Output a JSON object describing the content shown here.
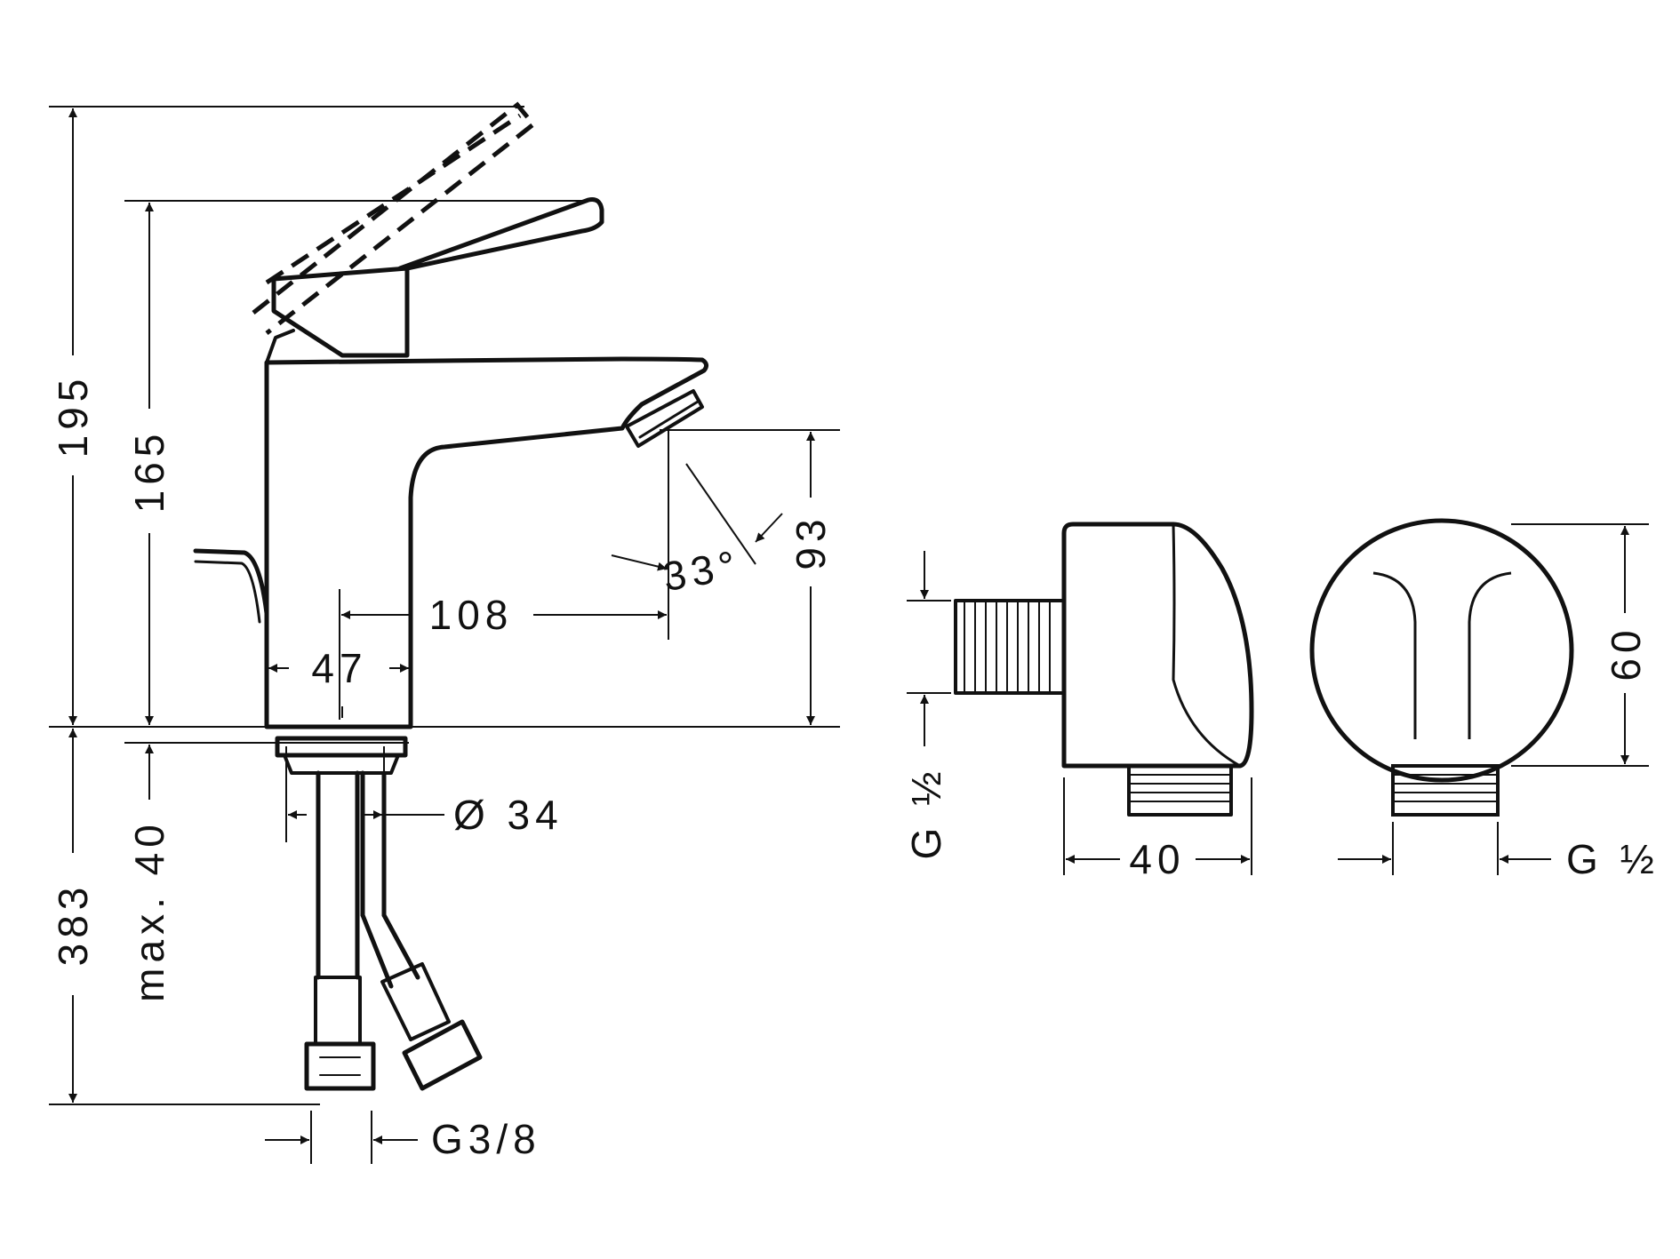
{
  "faucet": {
    "height_total": "195",
    "height_lever": "165",
    "spout_height": "93",
    "spout_angle": "33°",
    "spout_reach": "108",
    "body_width": "47",
    "diameter": "Ø 34",
    "below_counter": "383",
    "max_thickness": "max. 40",
    "hose_thread": "G3/8"
  },
  "connector": {
    "inlet_thread": "G ½",
    "depth": "40",
    "outlet_thread": "G ½",
    "diameter": "60"
  },
  "colors": {
    "line": "#111111",
    "background": "#ffffff"
  }
}
